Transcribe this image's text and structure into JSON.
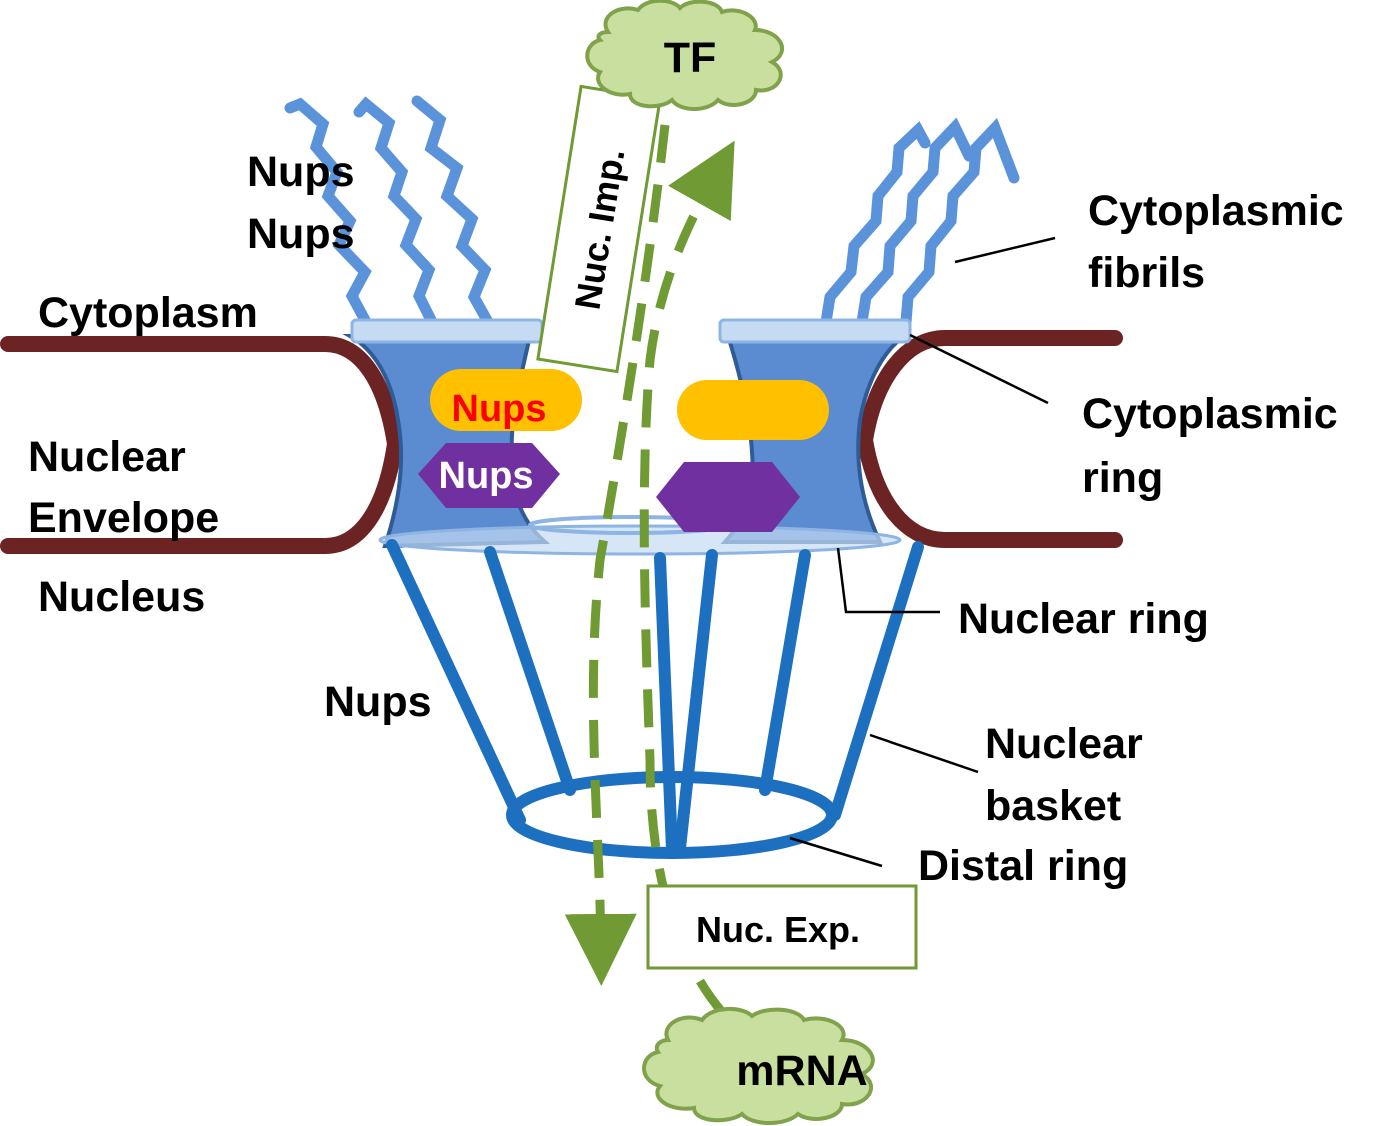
{
  "colors": {
    "membrane": "#6b2423",
    "pore": "#5b8bd1",
    "pore_edge": "#2f5c96",
    "ring_light": "#c5dbf3",
    "fibril": "#5b93db",
    "basket": "#1d6fc0",
    "arrow": "#6f9a34",
    "cloud_fill": "#c9dfa0",
    "cloud_stroke": "#7fa24a",
    "nup_yellow": "#ffc000",
    "nup_purple": "#7030a0",
    "nup_red_text": "#ff0000",
    "box_stroke": "#6f9a34"
  },
  "labels": {
    "cytoplasm": "Cytoplasm",
    "nuclear_envelope_1": "Nuclear",
    "nuclear_envelope_2": "Envelope",
    "nucleus": "Nucleus",
    "fibril_nups_1": "Nups",
    "fibril_nups_2": "Nups",
    "basket_nups": "Nups",
    "cytoplasmic_fibrils_1": "Cytoplasmic",
    "cytoplasmic_fibrils_2": "fibrils",
    "cytoplasmic_ring_1": "Cytoplasmic",
    "cytoplasmic_ring_2": "ring",
    "nuclear_ring": "Nuclear ring",
    "nuclear_basket_1": "Nuclear",
    "nuclear_basket_2": "basket",
    "distal_ring": "Distal ring"
  },
  "pore_blocks": {
    "yellow_nups": "Nups",
    "purple_nups": "Nups"
  },
  "clouds": {
    "tf": "TF",
    "mrna": "mRNA"
  },
  "boxes": {
    "import": "Nuc. Imp.",
    "export": "Nuc. Exp."
  }
}
